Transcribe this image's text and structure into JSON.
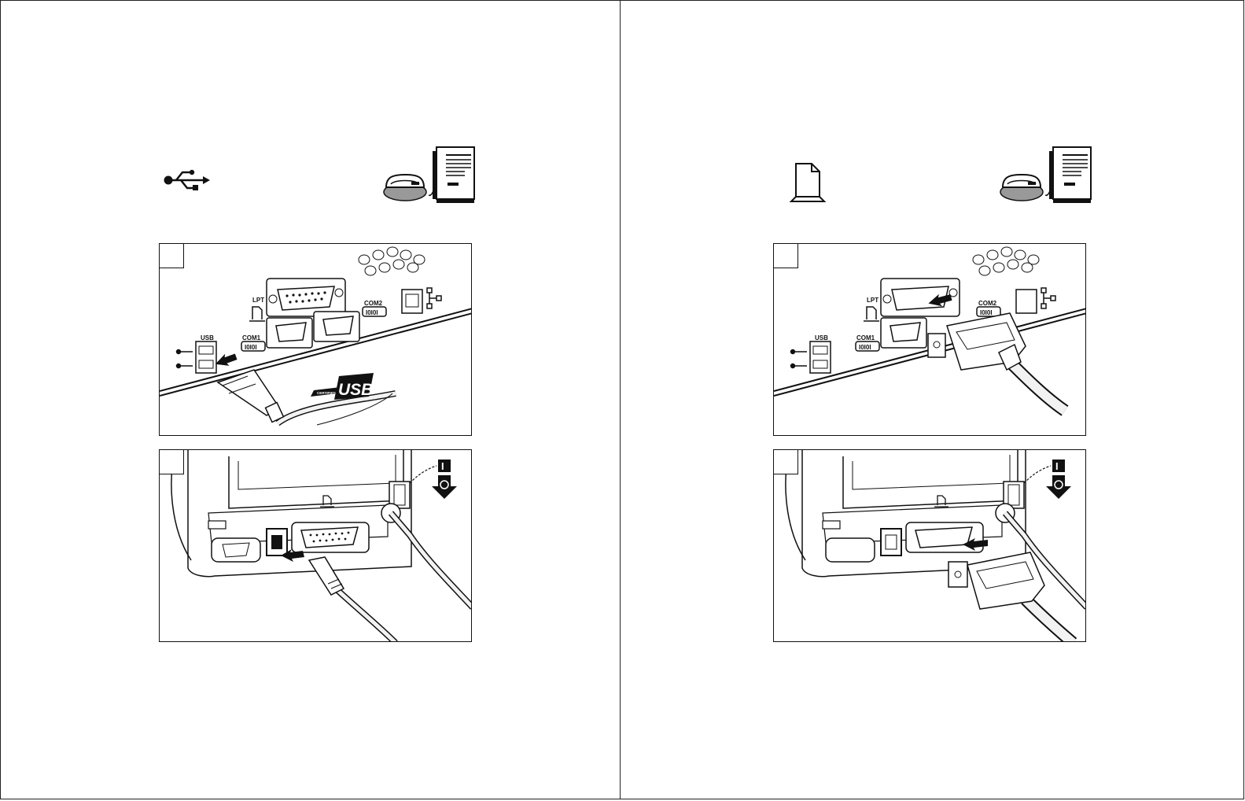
{
  "left_page": {
    "interface_icon": "usb-icon",
    "step1": {
      "port_labels": {
        "lpt": "LPT",
        "com1": "COM1",
        "com2": "COM2",
        "usb": "USB"
      },
      "badge": {
        "prefix": "CERTIFIED",
        "text": "USB"
      }
    },
    "step2": {
      "switch_label": "I"
    }
  },
  "right_page": {
    "interface_icon": "parallel-port-icon",
    "step1": {
      "port_labels": {
        "lpt": "LPT",
        "com1": "COM1",
        "com2": "COM2",
        "usb": "USB"
      }
    },
    "step2": {
      "switch_label": "I"
    }
  },
  "colors": {
    "ink": "#111111",
    "paper": "#ffffff",
    "cable": "#f2f2f2"
  }
}
